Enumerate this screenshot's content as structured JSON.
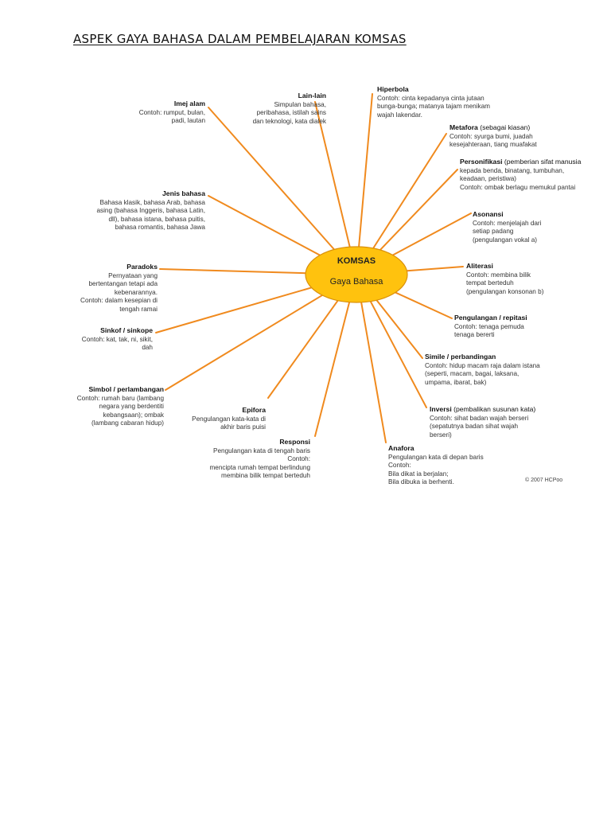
{
  "title": "ASPEK GAYA BAHASA DALAM PEMBELAJARAN KOMSAS",
  "hub": {
    "title": "KOMSAS",
    "subtitle": "Gaya Bahasa"
  },
  "copyright": "© 2007 HCPoo",
  "colors": {
    "spoke": "#f08a1e",
    "hub_fill": "#ffc20e",
    "hub_stroke": "#d9900a"
  },
  "nodes": [
    {
      "key": "imej-alam",
      "heading": "Imej alam",
      "body": "Contoh: rumput, bulan,\npadi, lautan"
    },
    {
      "key": "lain-lain",
      "heading": "Lain-lain",
      "body": "Simpulan bahasa,\nperibahasa, istilah sains\ndan teknologi, kata dialek"
    },
    {
      "key": "hiperbola",
      "heading": "Hiperbola",
      "body": "Contoh: cinta kepadanya cinta jutaan\nbunga-bunga; matanya tajam menikam\nwajah lakendar."
    },
    {
      "key": "metafora",
      "heading": "Metafora",
      "heading_extra": " (sebagai kiasan)",
      "body": "Contoh: syurga bumi, juadah\nkesejahteraan, tiang muafakat"
    },
    {
      "key": "personifikasi",
      "heading": "Personifikasi",
      "heading_extra": " (pemberian sifat manusia",
      "body": "kepada benda, binatang, tumbuhan,\nkeadaan, peristiwa)\nContoh: ombak berlagu memukul pantai"
    },
    {
      "key": "asonansi",
      "heading": "Asonansi",
      "body": "Contoh: menjelajah dari\nsetiap padang\n(pengulangan vokal a)"
    },
    {
      "key": "jenis-bahasa",
      "heading": "Jenis bahasa",
      "body": "Bahasa klasik, bahasa Arab, bahasa\nasing (bahasa Inggeris, bahasa Latin,\ndll), bahasa istana, bahasa puitis,\nbahasa romantis, bahasa Jawa"
    },
    {
      "key": "paradoks",
      "heading": "Paradoks",
      "body": "Pernyataan yang\nbertentangan tetapi ada\nkebenarannya.\nContoh: dalam kesepian di\ntengah ramai"
    },
    {
      "key": "aliterasi",
      "heading": "Aliterasi",
      "body": "Contoh: membina bilik\ntempat berteduh\n(pengulangan konsonan b)"
    },
    {
      "key": "pengulangan",
      "heading": "Pengulangan / repitasi",
      "body": "Contoh: tenaga pemuda\ntenaga bererti"
    },
    {
      "key": "sinkof",
      "heading": "Sinkof / sinkope",
      "body": "Contoh: kat, tak, ni, sikit,\ndah"
    },
    {
      "key": "simile",
      "heading": "Simile / perbandingan",
      "body": "Contoh: hidup macam raja dalam istana\n(seperti, macam, bagai, laksana,\numpama, ibarat, bak)"
    },
    {
      "key": "simbol",
      "heading": "Simbol / perlambangan",
      "body": "Contoh: rumah baru (lambang\nnegara yang berdentiti\nkebangsaan); ombak\n(lambang cabaran hidup)"
    },
    {
      "key": "epifora",
      "heading": "Epifora",
      "body": "Pengulangan kata-kata di\nakhir baris puisi"
    },
    {
      "key": "inversi",
      "heading": "Inversi",
      "heading_extra": " (pembalikan susunan kata)",
      "body": "Contoh: sihat badan wajah berseri\n(sepatutnya badan sihat wajah\nberseri)"
    },
    {
      "key": "responsi",
      "heading": "Responsi",
      "body": "Pengulangan kata di tengah baris\nContoh:\nmencipta rumah tempat berlindung\nmembina bilik tempat berteduh"
    },
    {
      "key": "anafora",
      "heading": "Anafora",
      "body": "Pengulangan kata di depan baris\nContoh:\nBila dikat ia berjalan;\nBila dibuka ia berhenti."
    }
  ]
}
